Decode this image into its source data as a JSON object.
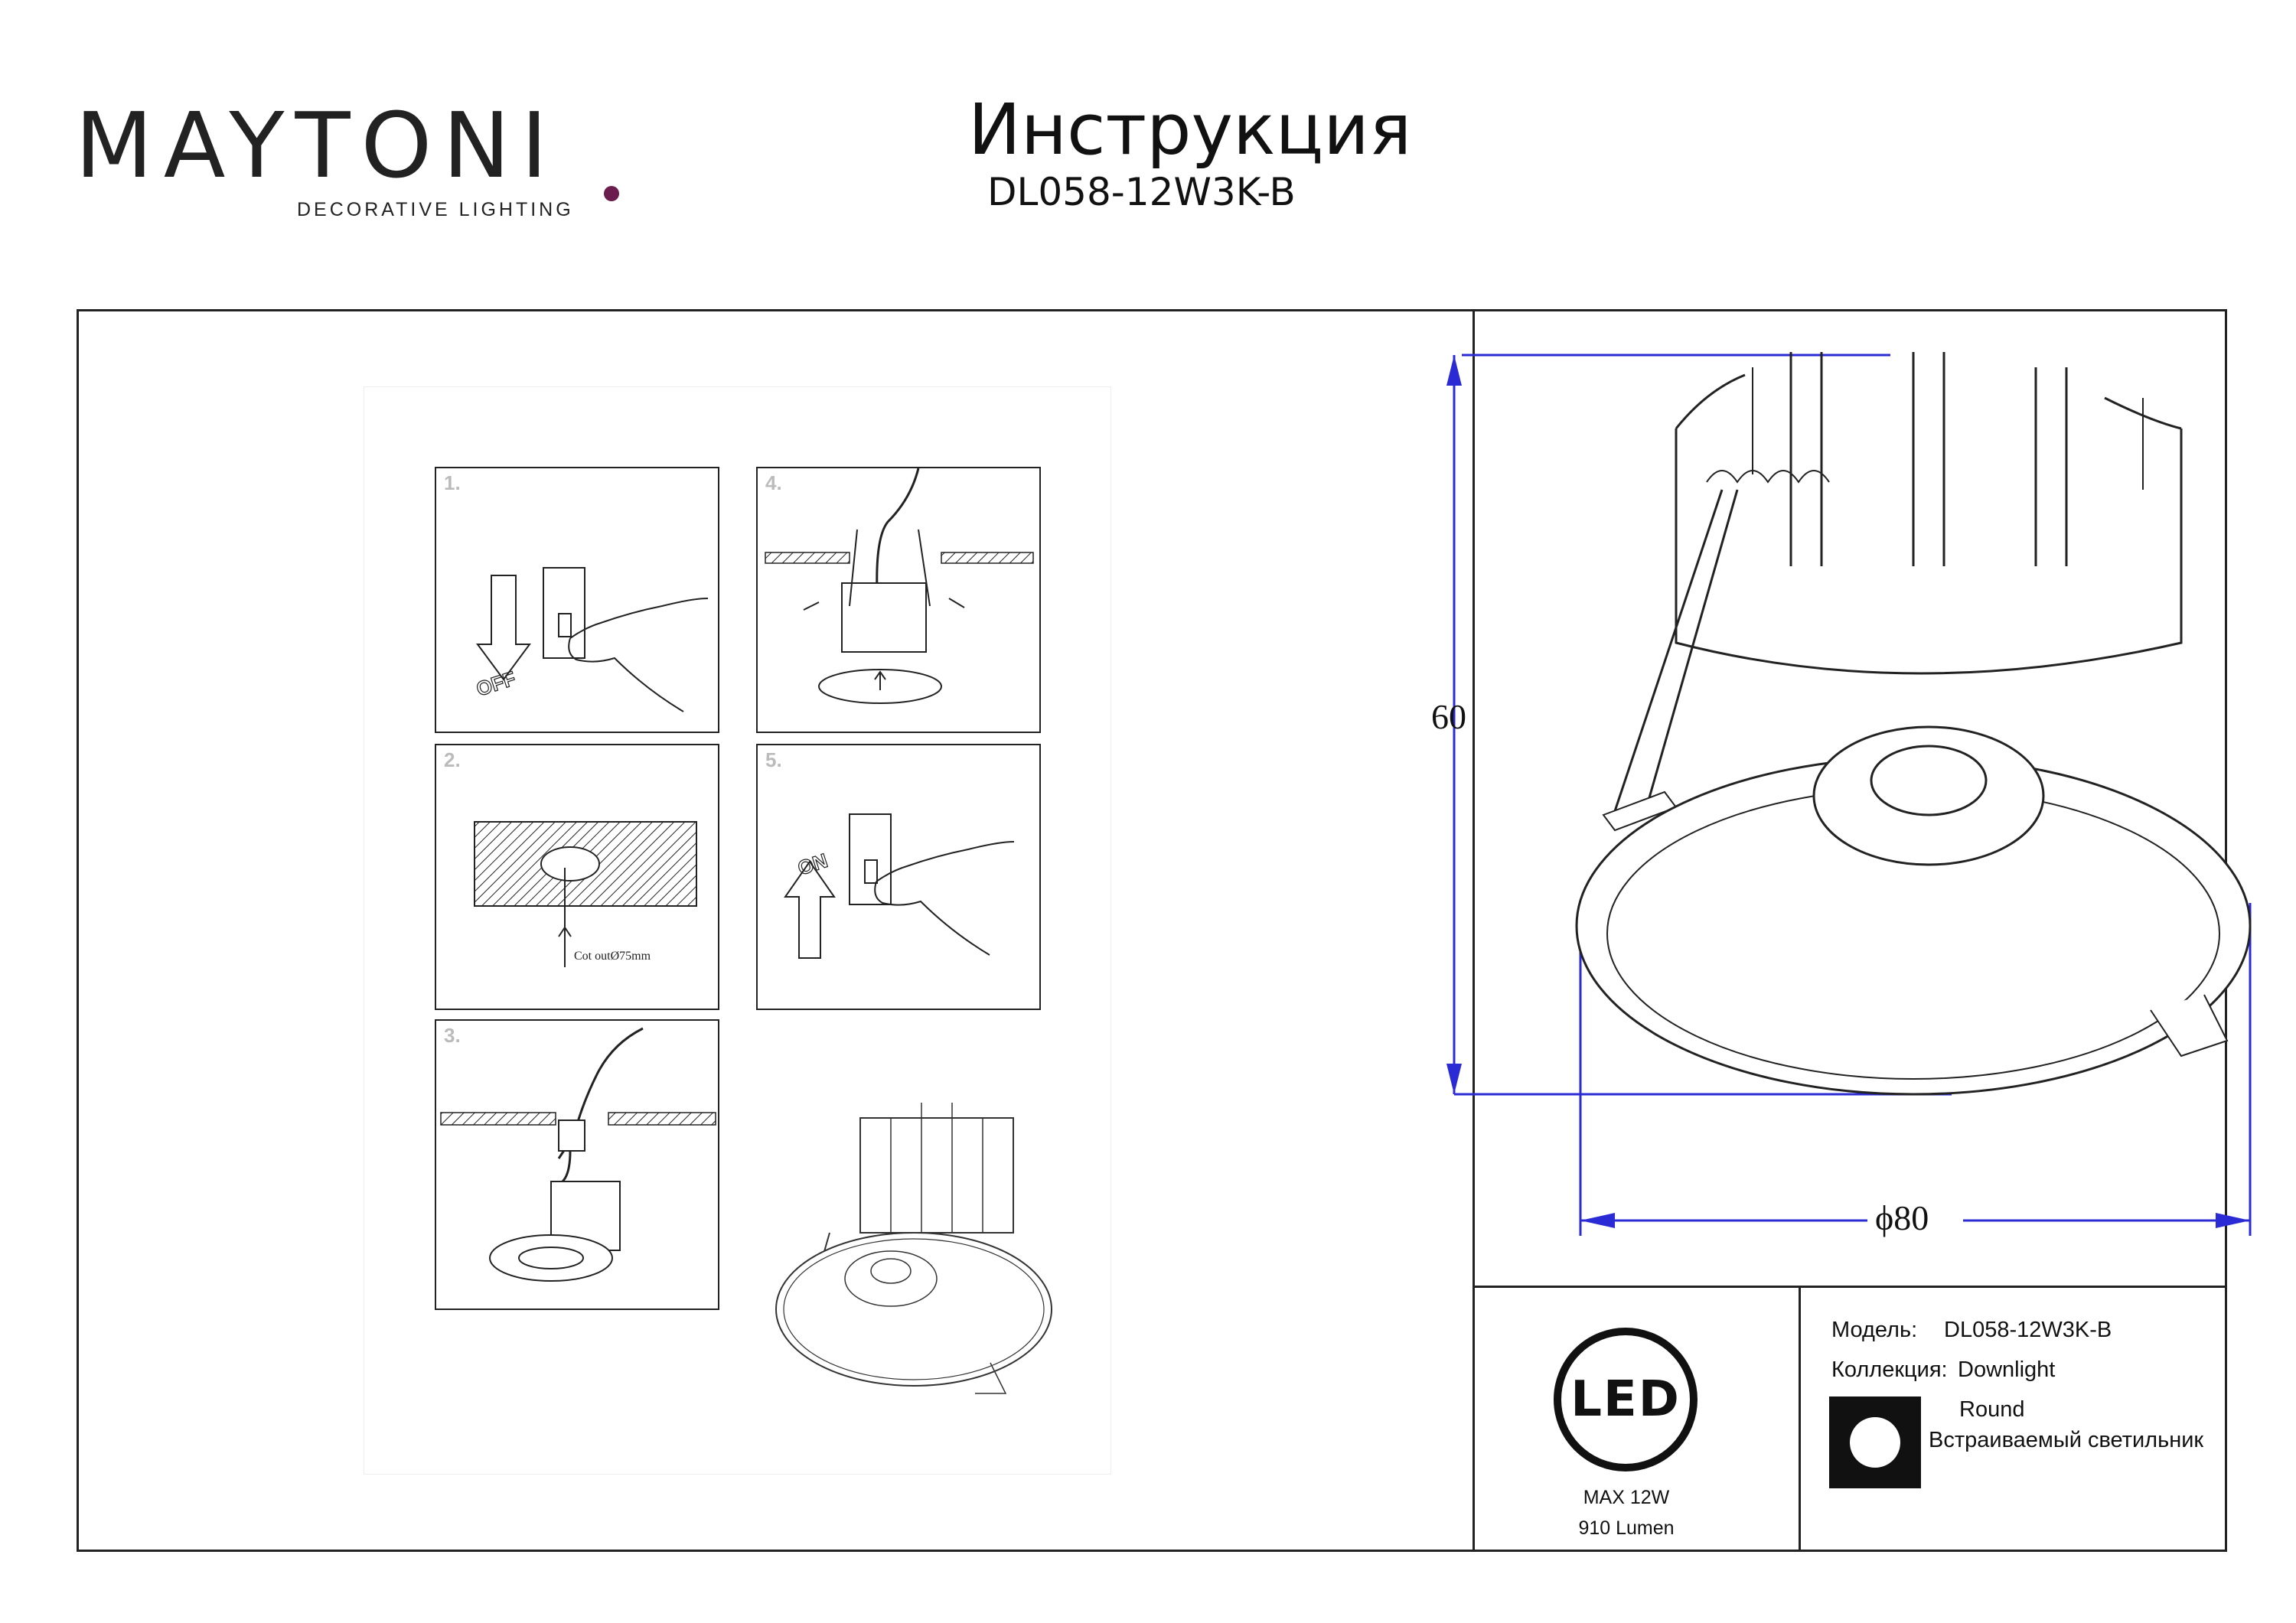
{
  "brand": {
    "logo_text": "MAYTONI",
    "tagline": "DECORATIVE LIGHTING",
    "accent_color": "#6b1d4e"
  },
  "header": {
    "title": "Инструкция",
    "model_code": "DL058-12W3K-B"
  },
  "steps": [
    {
      "number": "1.",
      "switch_label": "OFF"
    },
    {
      "number": "2.",
      "cutout_label": "Cot outØ75mm"
    },
    {
      "number": "3."
    },
    {
      "number": "4."
    },
    {
      "number": "5.",
      "switch_label": "ON"
    }
  ],
  "dimensions": {
    "height": "60",
    "diameter": "ϕ80"
  },
  "specs": {
    "led_label": "LED",
    "power": "MAX 12W",
    "lumen": "910 Lumen",
    "model_label": "Модель:",
    "model_value": "DL058-12W3K-B",
    "collection_label": "Коллекция:",
    "collection_value": "Downlight",
    "shape": "Round",
    "type": "Встраиваемый светильник"
  }
}
